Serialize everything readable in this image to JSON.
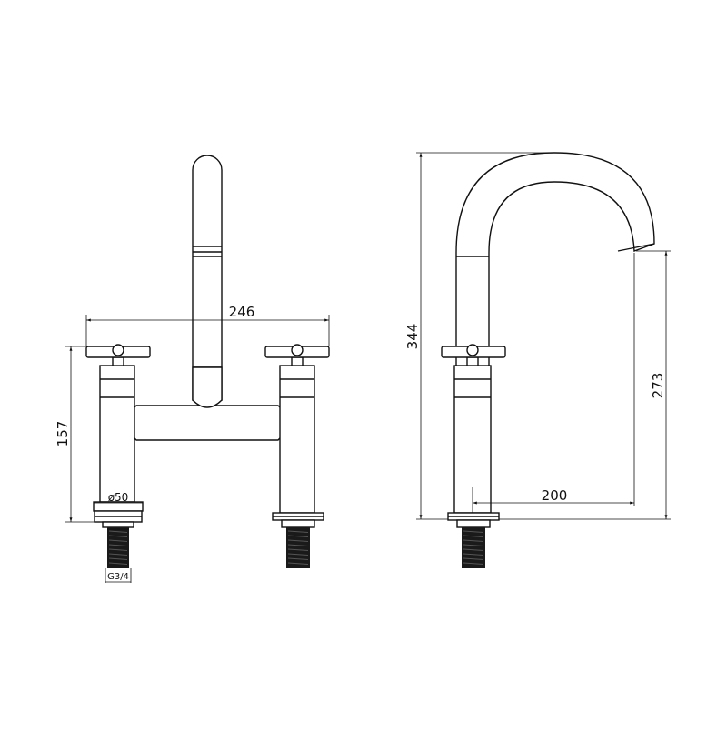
{
  "front_view": {
    "width_label": "246",
    "height_label": "157",
    "diameter_label": "ø50",
    "thread_label": "G3/4"
  },
  "side_view": {
    "height_label": "344",
    "spout_height_label": "273",
    "reach_label": "200"
  }
}
